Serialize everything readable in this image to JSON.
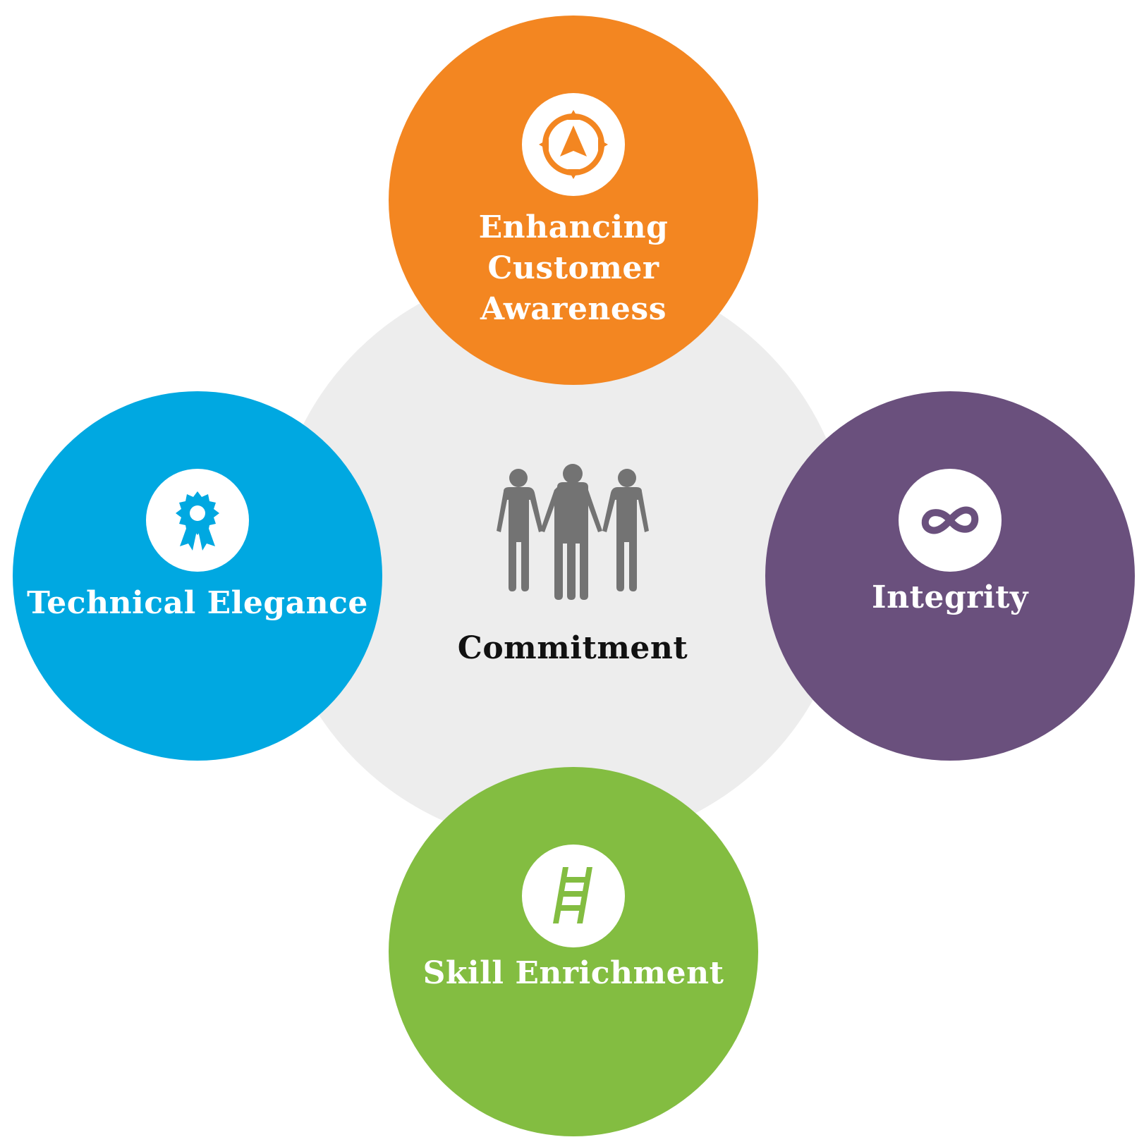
{
  "colors": {
    "center": "#ededed",
    "orange": "#f38621",
    "blue": "#00a8e1",
    "purple": "#6a507d",
    "green": "#83bd41",
    "people": "#737373"
  },
  "center": {
    "label": "Commitment",
    "icon": "people-icon"
  },
  "petals": {
    "top": {
      "label_line1": "Enhancing Customer",
      "label_line2": "Awareness",
      "icon": "compass-icon"
    },
    "left": {
      "label": "Technical Elegance",
      "icon": "award-ribbon-icon"
    },
    "right": {
      "label": "Integrity",
      "icon": "infinity-icon"
    },
    "bottom": {
      "label": "Skill Enrichment",
      "icon": "ladder-icon"
    }
  }
}
